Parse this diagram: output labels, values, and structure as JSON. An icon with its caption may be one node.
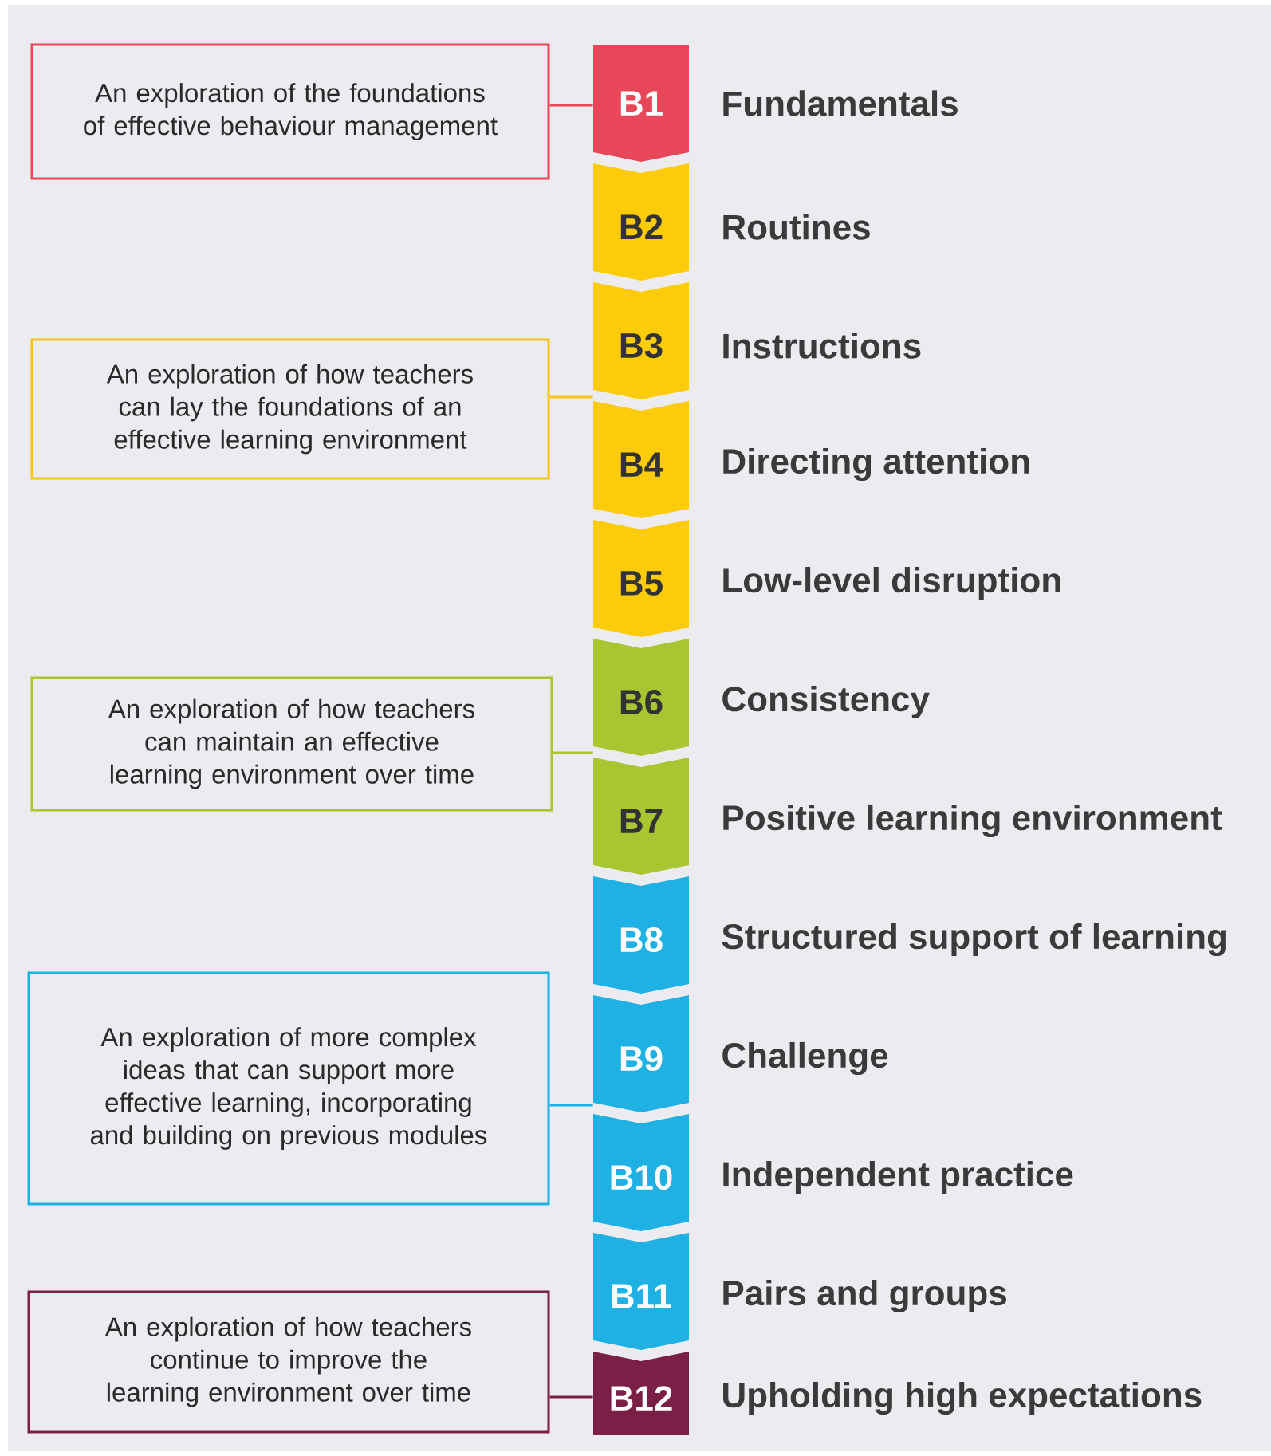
{
  "diagram": {
    "nodes": [
      {
        "text": [
          "B1"
        ],
        "beside": [
          "Fundamentals"
        ]
      },
      {
        "text": [
          "B2"
        ],
        "beside": [
          "Routines"
        ]
      },
      {
        "text": [
          "B3"
        ],
        "beside": [
          "Instructions"
        ]
      },
      {
        "text": [
          "B4"
        ],
        "beside": [
          "Directing attention"
        ]
      },
      {
        "text": [
          "B5"
        ],
        "beside": [
          "Low-level disruption"
        ]
      },
      {
        "text": [
          "B6"
        ],
        "beside": [
          "Consistency"
        ]
      },
      {
        "text": [
          "B7"
        ],
        "beside": [
          "Positive learning environment"
        ]
      },
      {
        "text": [
          "B8"
        ],
        "beside": [
          "Structured support of learning"
        ]
      },
      {
        "text": [
          "B9"
        ],
        "beside": [
          "Challenge"
        ]
      },
      {
        "text": [
          "B10"
        ],
        "beside": [
          "Independent practice"
        ]
      },
      {
        "text": [
          "B11"
        ],
        "beside": [
          "Pairs and groups"
        ]
      },
      {
        "text": [
          "B12"
        ],
        "beside": [
          "Upholding high expectations"
        ]
      },
      {
        "text": [
          "An exploration of the foundations of effective behaviour management"
        ]
      },
      {
        "text": [
          "An exploration of how teachers can lay the foundations of an effective learning environment"
        ]
      },
      {
        "text": [
          "An exploration of how teachers can maintain an effective learning environment over time"
        ]
      },
      {
        "text": [
          "An exploration of more complex ideas that can support more effective learning, incorporating and building on previous modules"
        ]
      },
      {
        "text": [
          "An exploration of how teachers continue to improve the learning environment over time"
        ]
      }
    ],
    "edges": [
      {
        "from": 12,
        "to": 0,
        "arrow": "none",
        "color": "#e8475a"
      },
      {
        "from": 13,
        "to": 2,
        "arrow": "none",
        "color": "#f5c518"
      },
      {
        "from": 14,
        "to": 5,
        "arrow": "none",
        "color": "#a8c532"
      },
      {
        "from": 15,
        "to": 8,
        "arrow": "none",
        "color": "#1fb0e4"
      },
      {
        "from": 16,
        "to": 11,
        "arrow": "none",
        "color": "#7a1f45"
      }
    ]
  }
}
